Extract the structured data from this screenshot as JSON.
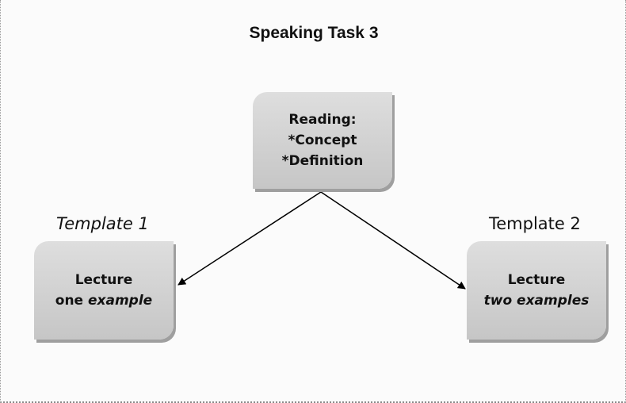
{
  "title": "Speaking Task 3",
  "reading": {
    "line1": "Reading:",
    "line2": "*Concept",
    "line3": "*Definition"
  },
  "left": {
    "label": "Template 1",
    "line1": "Lecture",
    "line2_plain": "one ",
    "line2_emph": "example"
  },
  "right": {
    "label": "Template 2",
    "line1": "Lecture",
    "line2_emph": "two examples"
  }
}
